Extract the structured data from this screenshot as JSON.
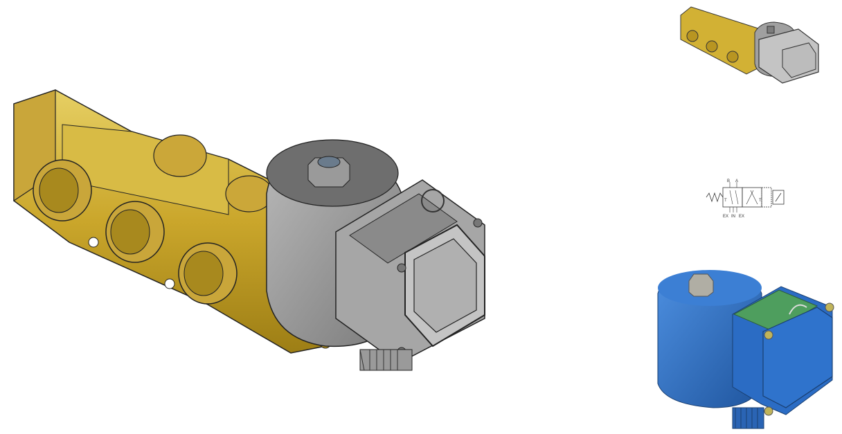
{
  "images": {
    "main_render": {
      "icon": "solenoid-valve-render"
    },
    "thumbnail": {
      "icon": "solenoid-valve-thumbnail"
    },
    "coil_photo": {
      "icon": "coil-photo"
    }
  },
  "schematic": {
    "icon": "valve-symbol",
    "labels": {
      "b": "B",
      "a": "A",
      "t1": "T",
      "t2": "T",
      "ex1": "EX",
      "in": "IN",
      "ex2": "EX"
    }
  },
  "colors": {
    "brass": "#d2b134",
    "brass_dark": "#8f7312",
    "coil_grey": "#8c8c8c",
    "coil_blue": "#2a6ec0"
  }
}
